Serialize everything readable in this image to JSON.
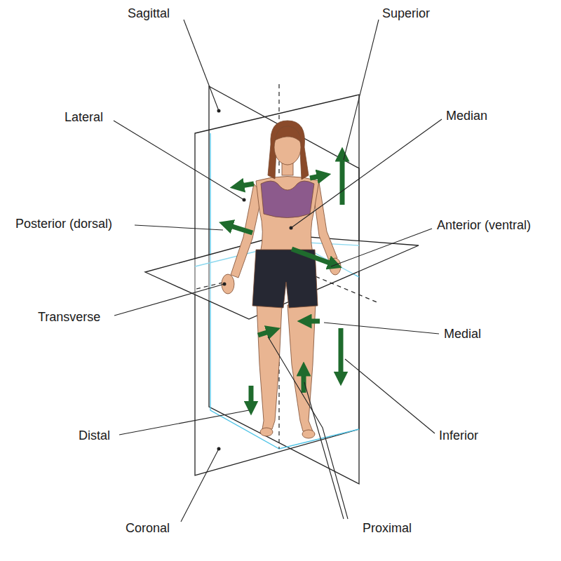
{
  "diagram": {
    "labels": [
      "Sagittal",
      "Superior",
      "Lateral",
      "Median",
      "Posterior (dorsal)",
      "Anterior (ventral)",
      "Transverse",
      "Medial",
      "Distal",
      "Inferior",
      "Coronal",
      "Proximal"
    ]
  }
}
